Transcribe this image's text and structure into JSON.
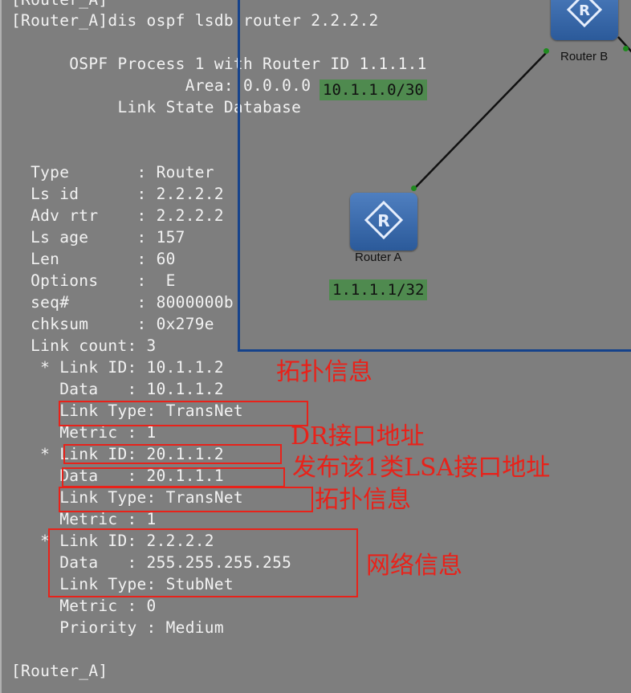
{
  "terminal": {
    "lines": [
      "[Router_A]",
      "[Router_A]dis ospf lsdb router 2.2.2.2",
      "",
      "      OSPF Process 1 with Router ID 1.1.1.1",
      "                  Area: 0.0.0.0",
      "           Link State Database",
      "",
      "",
      "  Type       : Router",
      "  Ls id      : 2.2.2.2",
      "  Adv rtr    : 2.2.2.2",
      "  Ls age     : 157",
      "  Len        : 60",
      "  Options    :  E",
      "  seq#       : 8000000b",
      "  chksum     : 0x279e",
      "  Link count: 3",
      "   * Link ID: 10.1.1.2",
      "     Data   : 10.1.1.2",
      "     Link Type: TransNet",
      "     Metric : 1",
      "   * Link ID: 20.1.1.2",
      "     Data   : 20.1.1.1",
      "     Link Type: TransNet",
      "     Metric : 1",
      "   * Link ID: 2.2.2.2",
      "     Data   : 255.255.255.255",
      "     Link Type: StubNet",
      "     Metric : 0",
      "     Priority : Medium",
      "",
      "[Router_A]"
    ]
  },
  "topology": {
    "router_a_label": "Router A",
    "router_b_label": "Router B",
    "network_label_1": "10.1.1.0/30",
    "network_label_2": "1.1.1.1/32",
    "link_color": "#111111",
    "frame_color": "#15428b",
    "router_color": "#2b5a9a",
    "label_bg_color": "#4f8a4f"
  },
  "annotations": {
    "topology_info_1": "拓扑信息",
    "dr_interface_addr": "DR接口地址",
    "lsa_interface_addr": "发布该1类LSA接口地址",
    "topology_info_2": "拓扑信息",
    "network_info": "网络信息",
    "color": "#e8221a"
  }
}
